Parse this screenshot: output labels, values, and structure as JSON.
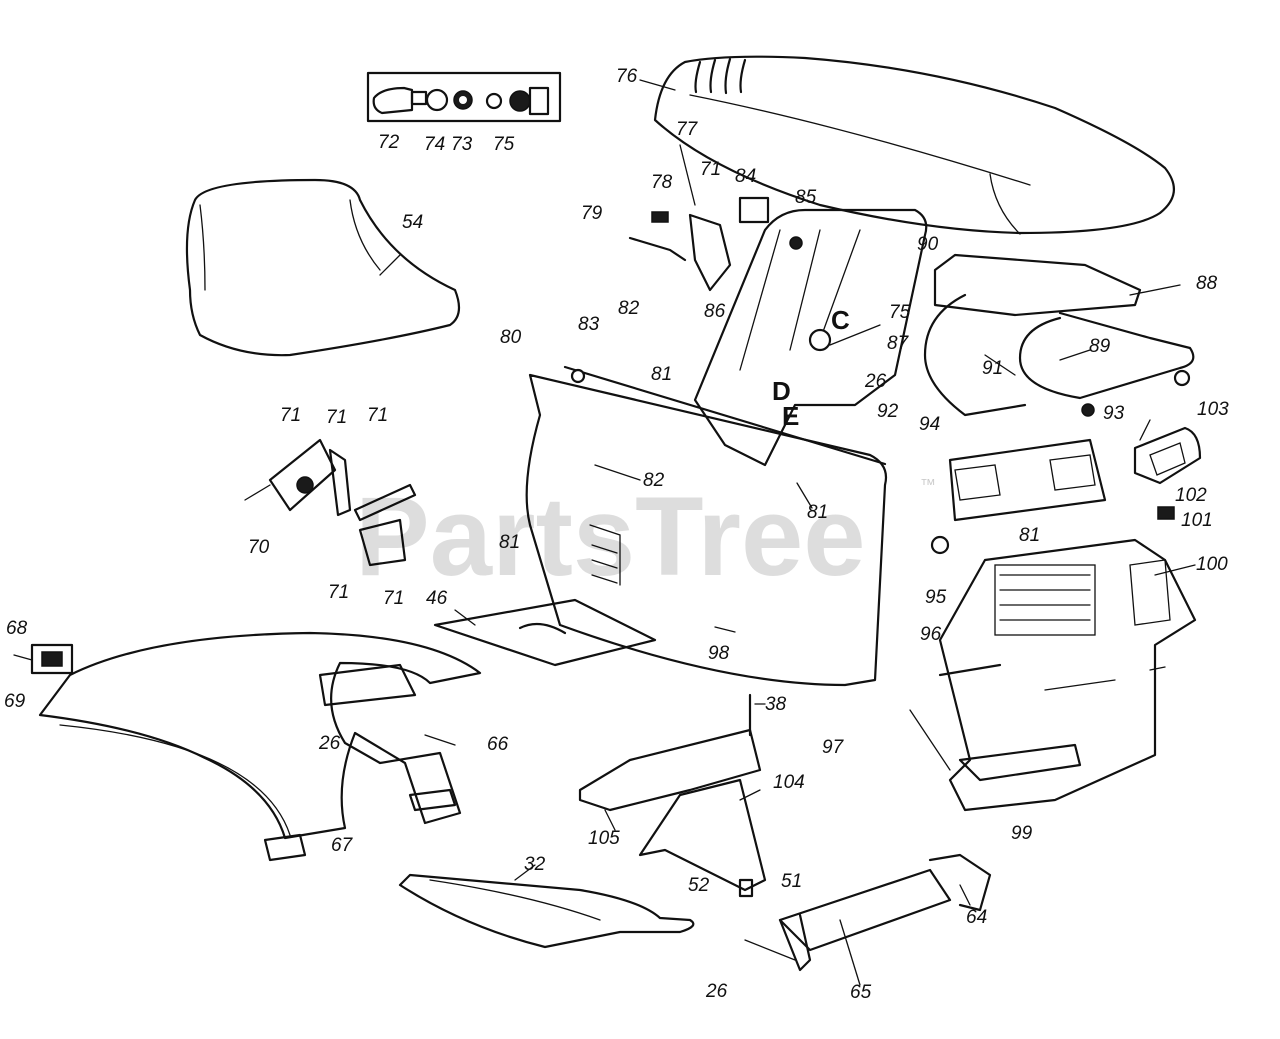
{
  "watermark": {
    "text": "PartsTree",
    "trademark": "™"
  },
  "callouts": {
    "c26a": "26",
    "c26b": "26",
    "c26c": "26",
    "c32": "32",
    "c38": "38",
    "c46": "46",
    "c51": "51",
    "c52": "52",
    "c54": "54",
    "c64": "64",
    "c65": "65",
    "c66": "66",
    "c67": "67",
    "c68": "68",
    "c69": "69",
    "c70": "70",
    "c71a": "71",
    "c71b": "71",
    "c71c": "71",
    "c71d": "71",
    "c71e": "71",
    "c71f": "71",
    "c72": "72",
    "c73": "73",
    "c74": "74",
    "c75a": "75",
    "c75b": "75",
    "c76": "76",
    "c77": "77",
    "c78": "78",
    "c79": "79",
    "c80": "80",
    "c81a": "81",
    "c81b": "81",
    "c81c": "81",
    "c81d": "81",
    "c82a": "82",
    "c82b": "82",
    "c83": "83",
    "c84": "84",
    "c85": "85",
    "c86": "86",
    "c87": "87",
    "c88": "88",
    "c89": "89",
    "c90": "90",
    "c91": "91",
    "c92": "92",
    "c93": "93",
    "c94": "94",
    "c95": "95",
    "c96": "96",
    "c97": "97",
    "c98": "98",
    "c99": "99",
    "c100": "100",
    "c101": "101",
    "c102": "102",
    "c103": "103",
    "c104": "104",
    "c105": "105",
    "letterC": "C",
    "letterD": "D",
    "letterE": "E"
  }
}
